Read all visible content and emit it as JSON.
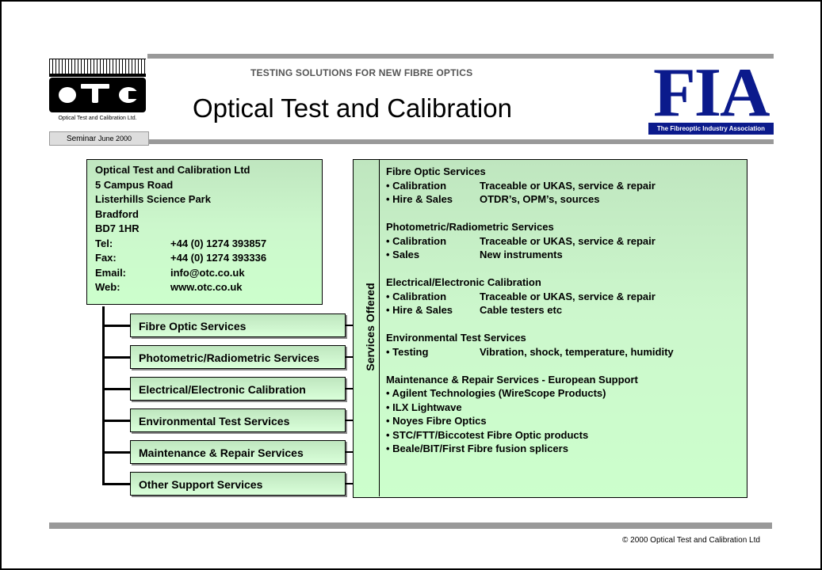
{
  "header": {
    "subtitle": "TESTING SOLUTIONS FOR NEW FIBRE OPTICS",
    "title": "Optical Test and Calibration",
    "otc_logo_text": "OTC",
    "otc_caption": "Optical Test and Calibration Ltd.",
    "seminar": "Seminar",
    "seminar_date": "June 2000",
    "fia_letters": "FIA",
    "fia_caption": "The Fibreoptic Industry Association"
  },
  "address": {
    "lines": [
      "Optical Test and Calibration Ltd",
      "5 Campus Road",
      "Listerhills Science Park",
      "Bradford",
      "BD7 1HR"
    ],
    "contacts": [
      {
        "label": "Tel:",
        "value": "+44 (0) 1274 393857"
      },
      {
        "label": "Fax:",
        "value": "+44 (0) 1274 393336"
      },
      {
        "label": "Email:",
        "value": "info@otc.co.uk"
      },
      {
        "label": "Web:",
        "value": "www.otc.co.uk"
      }
    ]
  },
  "service_buttons": [
    "Fibre Optic Services",
    "Photometric/Radiometric Services",
    "Electrical/Electronic Calibration",
    "Environmental Test Services",
    "Maintenance & Repair Services",
    "Other Support Services"
  ],
  "services_offered_label": "Services Offered",
  "services": [
    {
      "heading": "Fibre Optic Services",
      "rows": [
        {
          "c1": "• Calibration",
          "c2": "Traceable or UKAS, service & repair"
        },
        {
          "c1": "• Hire & Sales",
          "c2": "OTDR’s, OPM’s, sources"
        }
      ]
    },
    {
      "heading": "Photometric/Radiometric Services",
      "rows": [
        {
          "c1": "• Calibration",
          "c2": "Traceable or UKAS, service & repair"
        },
        {
          "c1": "• Sales",
          "c2": "New instruments"
        }
      ]
    },
    {
      "heading": "Electrical/Electronic Calibration",
      "rows": [
        {
          "c1": "• Calibration",
          "c2": "Traceable or UKAS, service & repair"
        },
        {
          "c1": "• Hire & Sales",
          "c2": "Cable testers etc"
        }
      ]
    },
    {
      "heading": "Environmental Test Services",
      "rows": [
        {
          "c1": "• Testing",
          "c2": "Vibration, shock, temperature, humidity"
        }
      ]
    },
    {
      "heading": "Maintenance & Repair Services - European Support",
      "rows": [
        {
          "c1": "• Agilent Technologies (WireScope Products)",
          "c2": ""
        },
        {
          "c1": "• ILX Lightwave",
          "c2": ""
        },
        {
          "c1": "• Noyes Fibre Optics",
          "c2": ""
        },
        {
          "c1": "• STC/FTT/Biccotest Fibre Optic products",
          "c2": ""
        },
        {
          "c1": "• Beale/BIT/First Fibre fusion splicers",
          "c2": ""
        }
      ]
    }
  ],
  "footer": {
    "copyright": "© 2000 Optical Test and Calibration Ltd"
  }
}
